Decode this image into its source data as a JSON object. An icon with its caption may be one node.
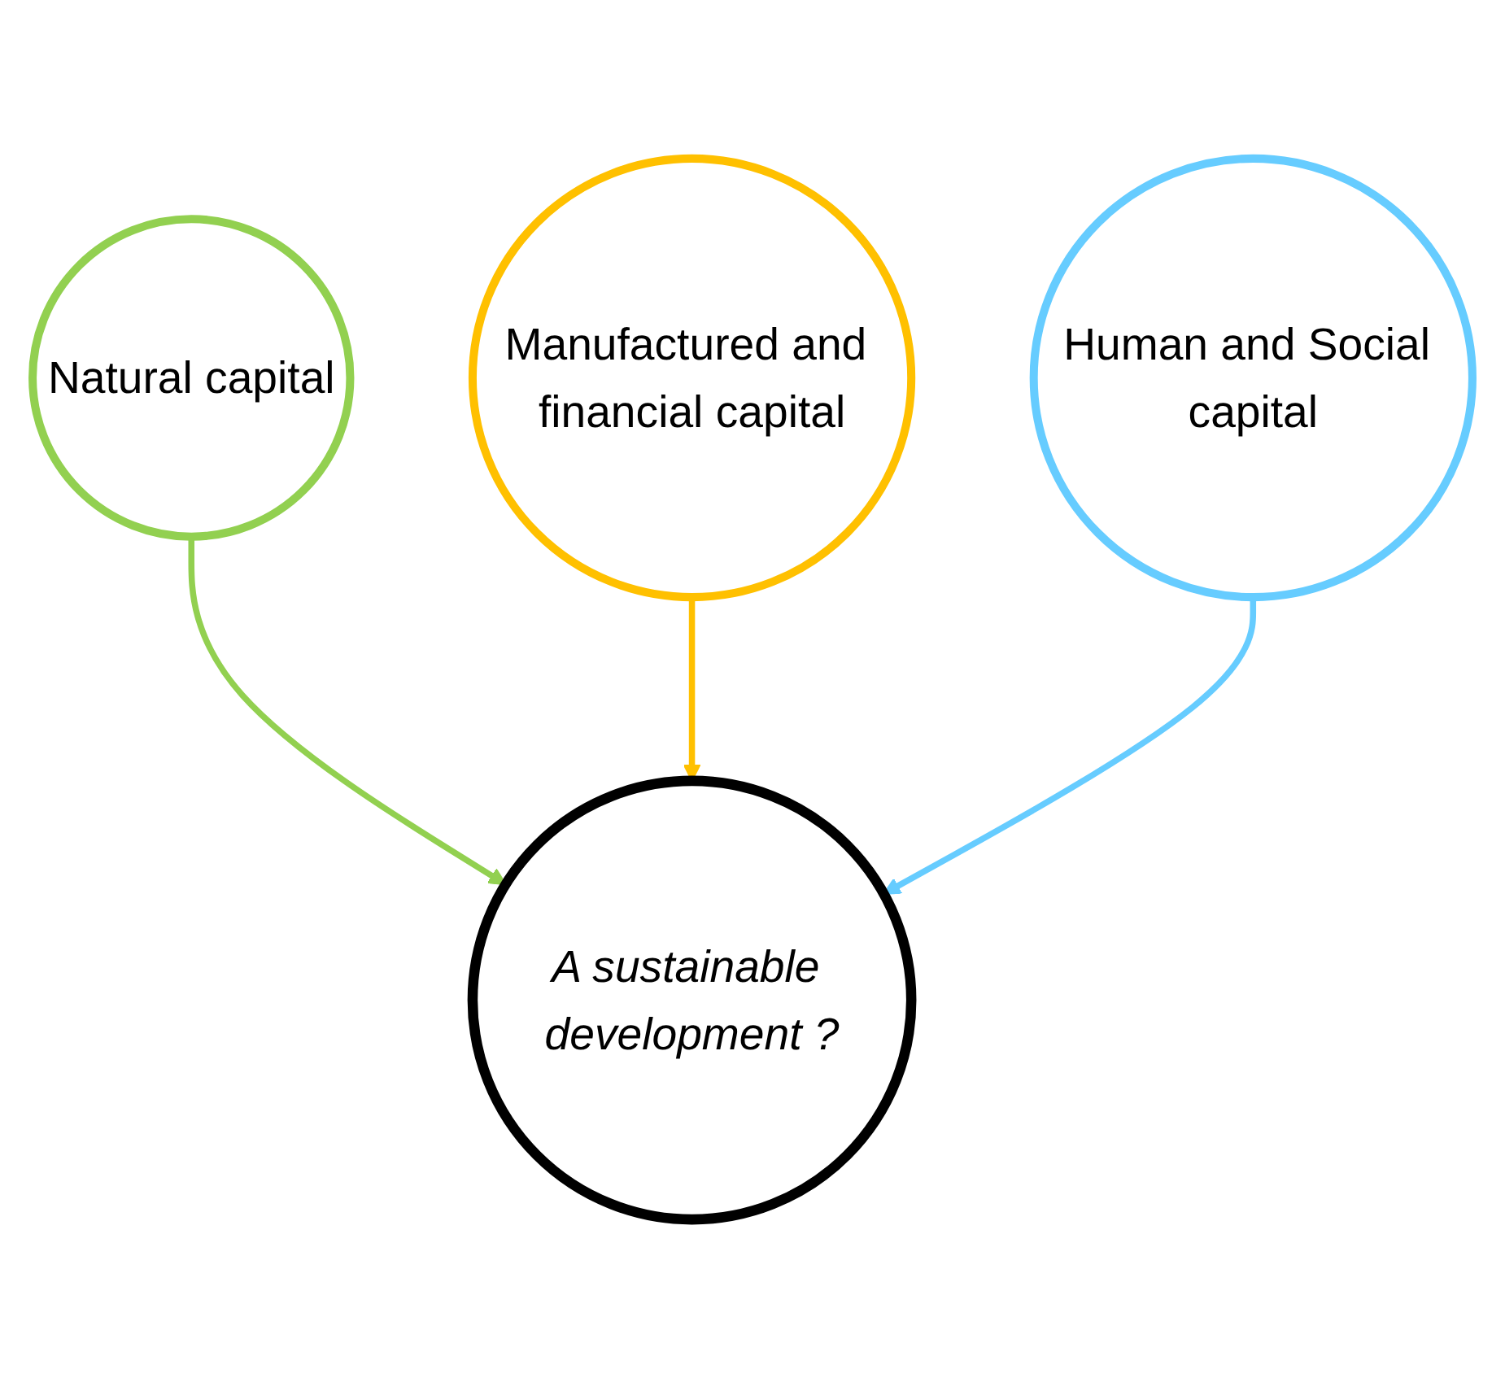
{
  "diagram": {
    "nodes": [
      {
        "text": [
          "Natural capital"
        ]
      },
      {
        "text": [
          "A sustainable development ?"
        ]
      },
      {
        "text": [
          "Manufactured and financial capital"
        ]
      },
      {
        "text": [
          "Human and Social capital"
        ]
      }
    ],
    "edges": [
      {
        "from": 0,
        "to": 1,
        "arrow": "to",
        "color": "#92d050"
      },
      {
        "from": 2,
        "to": 1,
        "arrow": "to",
        "color": "#ffc000"
      },
      {
        "from": 3,
        "to": 1,
        "arrow": "to",
        "color": "#66ccff"
      }
    ]
  }
}
